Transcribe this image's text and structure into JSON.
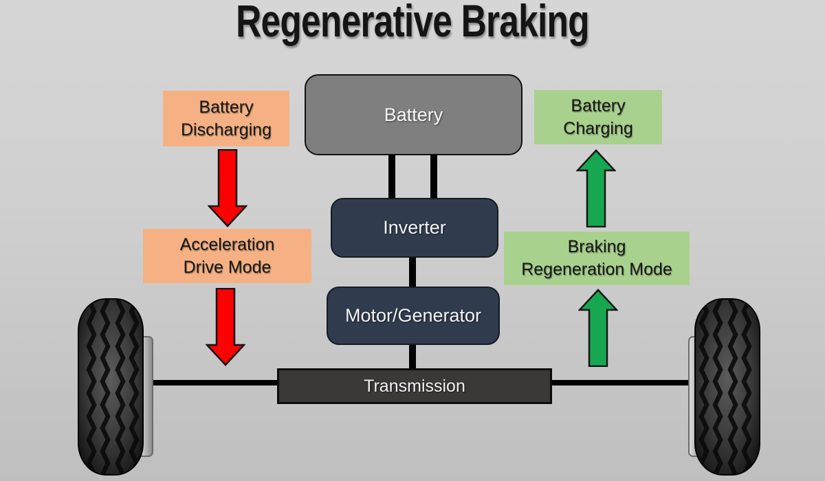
{
  "title": "Regenerative Braking",
  "colors": {
    "background_top": "#d6d6d6",
    "background_bottom": "#bfbfbf",
    "orange_box": "#F5B183",
    "green_box": "#A9D18E",
    "dark_slate_box": "#303C4E",
    "battery_gray": "#7F7F7F",
    "transmission_charcoal": "#3B3838",
    "red_arrow": "#FE0000",
    "green_arrow": "#17A750",
    "connector_black": "#000000"
  },
  "nodes": {
    "battery_discharging": {
      "line1": "Battery",
      "line2": "Discharging"
    },
    "battery": {
      "label": "Battery"
    },
    "battery_charging": {
      "line1": "Battery",
      "line2": "Charging"
    },
    "inverter": {
      "label": "Inverter"
    },
    "acceleration_drive_mode": {
      "line1": "Acceleration",
      "line2": "Drive Mode"
    },
    "braking_regeneration_mode": {
      "line1": "Braking",
      "line2": "Regeneration Mode"
    },
    "motor_generator": {
      "label": "Motor/Generator"
    },
    "transmission": {
      "label": "Transmission"
    }
  },
  "arrows": {
    "battery_discharge": {
      "direction": "down",
      "color": "red"
    },
    "drive_mode_flow": {
      "direction": "down",
      "color": "red"
    },
    "battery_charge": {
      "direction": "up",
      "color": "green"
    },
    "regeneration_flow": {
      "direction": "up",
      "color": "green"
    }
  }
}
